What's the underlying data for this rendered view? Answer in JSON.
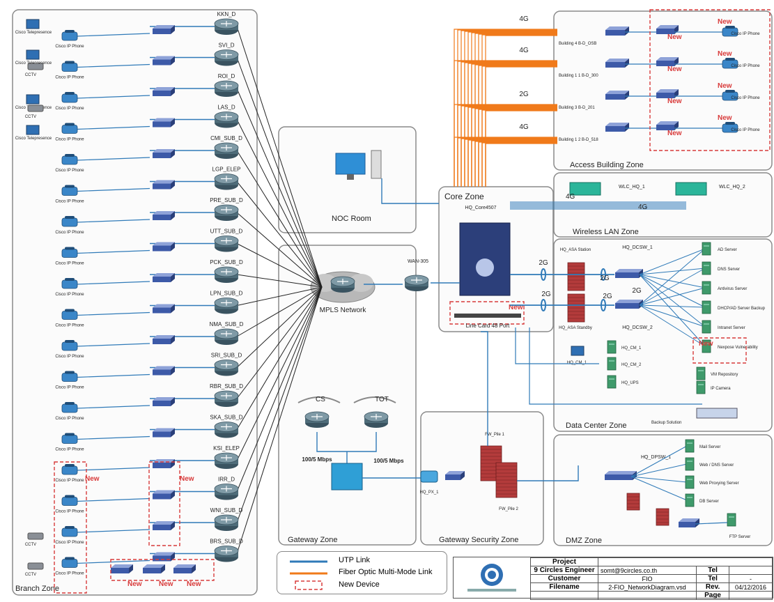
{
  "zones": {
    "branch": "Branch Zone",
    "noc": "NOC Room",
    "core": "Core Zone",
    "access": "Access Building Zone",
    "wireless": "Wireless LAN Zone",
    "datacenter": "Data Center Zone",
    "gateway": "Gateway Zone",
    "gateway_security": "Gateway Security Zone",
    "dmz": "DMZ Zone"
  },
  "branch_routers": [
    "KKN_D",
    "SVI_D",
    "ROI_D",
    "LAS_D",
    "CMI_SUB_D",
    "LGP_ELEP",
    "PRE_SUB_D",
    "UTT_SUB_D",
    "PCK_SUB_D",
    "LPN_SUB_D",
    "NMA_SUB_D",
    "SRI_SUB_D",
    "RBR_SUB_D",
    "SKA_SUB_D",
    "KSI_ELEP",
    "IRR_D",
    "WNI_SUB_D",
    "BRS_SUB_D"
  ],
  "branch_endpoints": {
    "telepresence": "Cisco Telepresence",
    "ip_phone": "Cisco IP Phone",
    "cctv": "CCTV"
  },
  "labels": {
    "mpls": "MPLS Network",
    "wan_router": "WAN-305",
    "cs": "CS",
    "tot": "TOT",
    "bw_left": "100/5 Mbps",
    "bw_right": "100/5 Mbps",
    "core_switch": "HQ_Core4507",
    "line_card": "Line Card 48 Port",
    "new": "New",
    "link_4g_1": "4G",
    "link_4g_2": "4G",
    "link_2g": "2G",
    "link_4g_3": "4G",
    "wlan_4g_a": "4G",
    "wlan_4g_b": "4G",
    "dc_2g_a": "2G",
    "dc_2g_b": "2G",
    "dc_2g_c": "2G",
    "dc_2g_d": "2G",
    "dc_2g_e": "2G"
  },
  "access_buildings": [
    "Building 4 B-D_OSB",
    "Building 1 1 B-D_300",
    "Building 3 B-D_201",
    "Building 1 2 B-D_518"
  ],
  "access_device": "Cisco IP Phone",
  "wireless": [
    "WLC_HQ_1",
    "WLC_HQ_2"
  ],
  "datacenter": {
    "fw1": "HQ_ASA Station",
    "fw2": "HQ_ASA Standby",
    "sw1": "HQ_DCSW_1",
    "sw2": "HQ_DCSW_2",
    "servers": [
      "AD Server",
      "DNS Server",
      "Antivirus Server",
      "DHCP/AD Server Backup",
      "Intranet Server",
      "Nexpose Vulnerability"
    ],
    "misc": [
      "HQ_CM_1",
      "HQ_CM_2",
      "HQ_UPS",
      "VM Repository",
      "IP Camera",
      "Backup Solution"
    ]
  },
  "gateway_security": {
    "fw_a": "FW_Pile 1",
    "fw_b": "FW_Pile 2",
    "proxy": "HQ_PX_1"
  },
  "dmz": {
    "switch": "HQ_DPSW_1",
    "servers": [
      "Mail Server",
      "Web / DNS Server",
      "Web Proxying Server",
      "DB Server",
      "FTP Server"
    ]
  },
  "legend": {
    "utp": "UTP Link",
    "fiber": "Fiber Optic Multi-Mode Link",
    "newdev": "New Device"
  },
  "titleblock": {
    "project_k": "Project",
    "project_v": "",
    "engineer_k": "9 Circles Engineer",
    "engineer_v": "somt@9circles.co.th",
    "tel_k": "Tel",
    "tel_v": "",
    "customer_k": "Customer",
    "customer_v": "FIO",
    "tel2_k": "Tel",
    "tel2_v": "-",
    "filename_k": "Filename",
    "filename_v": "2-FIO_NetworkDiagram.vsd",
    "rev_k": "Rev.",
    "rev_v": "04/12/2016",
    "page_k": "Page"
  },
  "colors": {
    "utp": "#2f7ab8",
    "fiber": "#f07a1a",
    "new": "#d83a3a",
    "router": "#4f6d7a",
    "switch": "#3d5aa8",
    "server": "#3f9a6b",
    "firewall": "#b33b3b"
  }
}
